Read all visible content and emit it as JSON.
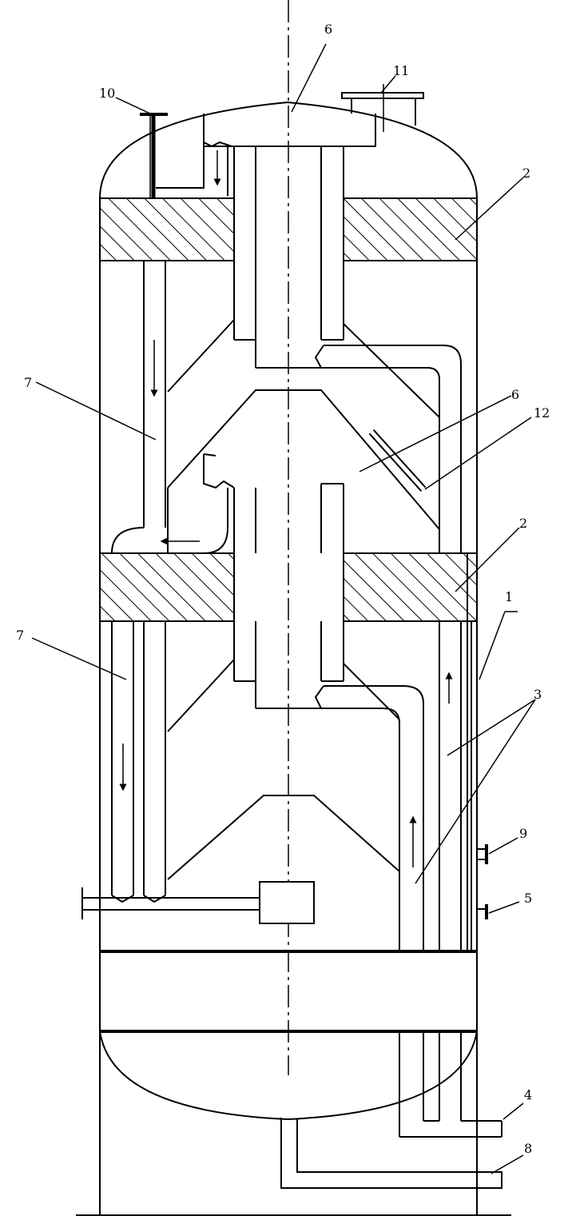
{
  "labels": {
    "l1": "1",
    "l2a": "2",
    "l2b": "2",
    "l3": "3",
    "l4": "4",
    "l5": "5",
    "l6a": "6",
    "l6b": "6",
    "l7a": "7",
    "l7b": "7",
    "l8": "8",
    "l9": "9",
    "l10": "10",
    "l11": "11",
    "l12": "12"
  }
}
